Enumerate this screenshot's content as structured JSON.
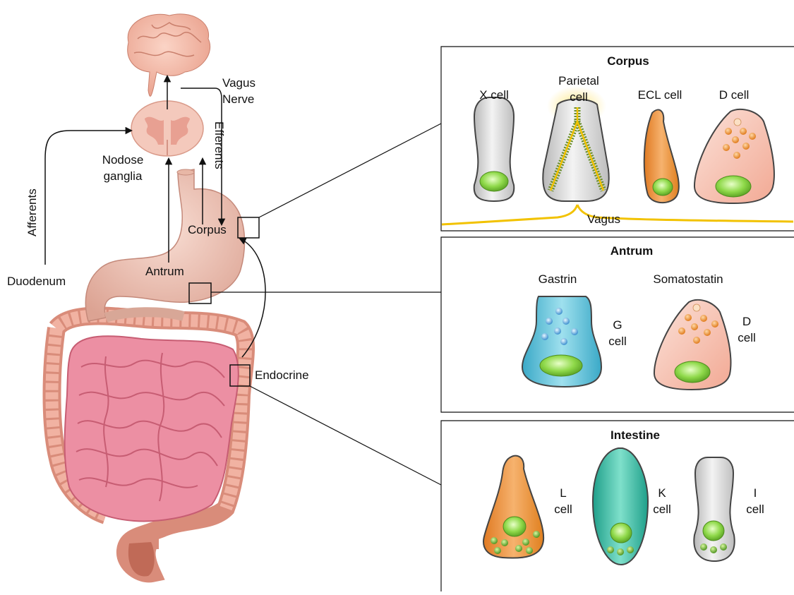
{
  "left": {
    "vagus_nerve": [
      "Vagus",
      "Nerve"
    ],
    "efferents": "Efferents",
    "afferents": "Afferents",
    "nodose_ganglia": [
      "Nodose",
      "ganglia"
    ],
    "corpus": "Corpus",
    "antrum": "Antrum",
    "duodenum": "Duodenum",
    "endocrine": "Endocrine"
  },
  "panels": {
    "corpus": {
      "title": "Corpus",
      "x_cell": "X cell",
      "parietal_cell": [
        "Parietal",
        "cell"
      ],
      "ecl_cell": "ECL cell",
      "d_cell": "D cell",
      "vagus": "Vagus"
    },
    "antrum": {
      "title": "Antrum",
      "gastrin": "Gastrin",
      "somatostatin": "Somatostatin",
      "g_cell": [
        "G",
        "cell"
      ],
      "d_cell": [
        "D",
        "cell"
      ]
    },
    "intestine": {
      "title": "Intestine",
      "l_cell": [
        "L",
        "cell"
      ],
      "k_cell": [
        "K",
        "cell"
      ],
      "i_cell": [
        "I",
        "cell"
      ]
    }
  },
  "colors": {
    "nucleus_green": "#8fd94a",
    "orange_cell": "#f09a4a",
    "pink_cell": "#f6c0b0",
    "blue_cell": "#6cc6dc",
    "teal_cell": "#3fbfa8",
    "gray_cell": "#d6d6d6",
    "vagus_yellow": "#f2c200",
    "intestine_pink": "#e97f94",
    "stomach": "#efc2b3"
  }
}
